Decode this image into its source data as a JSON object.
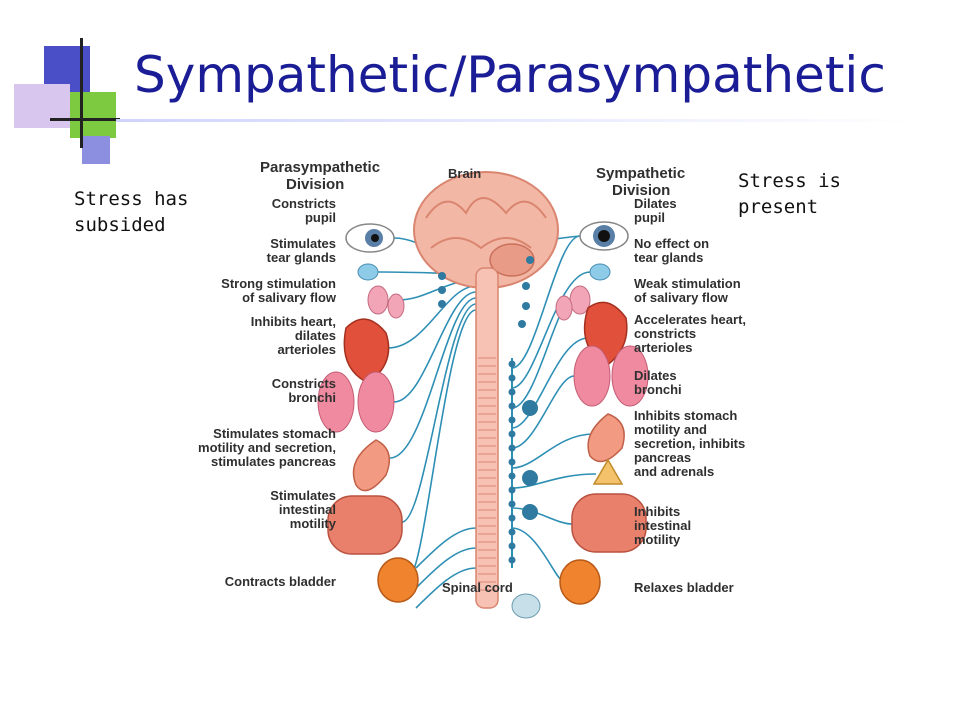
{
  "slide": {
    "title": "Sympathetic/Parasympathetic",
    "note_left": "Stress has subsided",
    "note_right": "Stress is present"
  },
  "diagram": {
    "brain_label": "Brain",
    "spinal_cord_label": "Spinal cord",
    "parasympathetic": {
      "heading": [
        "Parasympathetic",
        "Division"
      ],
      "effects": [
        [
          "Constricts",
          "pupil"
        ],
        [
          "Stimulates",
          "tear glands"
        ],
        [
          "Strong stimulation",
          "of salivary flow"
        ],
        [
          "Inhibits heart,",
          "dilates",
          "arterioles"
        ],
        [
          "Constricts",
          "bronchi"
        ],
        [
          "Stimulates stomach",
          "motility and secretion,",
          "stimulates pancreas"
        ],
        [
          "Stimulates",
          "intestinal",
          "motility"
        ],
        [
          "Contracts bladder"
        ]
      ]
    },
    "sympathetic": {
      "heading": [
        "Sympathetic",
        "Division"
      ],
      "effects": [
        [
          "Dilates",
          "pupil"
        ],
        [
          "No effect on",
          "tear glands"
        ],
        [
          "Weak stimulation",
          "of salivary flow"
        ],
        [
          "Accelerates heart,",
          "constricts",
          "arterioles"
        ],
        [
          "Dilates",
          "bronchi"
        ],
        [
          "Inhibits stomach",
          "motility and",
          "secretion, inhibits",
          "pancreas",
          "and adrenals"
        ],
        [
          "Inhibits",
          "intestinal",
          "motility"
        ],
        [
          "Relaxes bladder"
        ]
      ]
    },
    "colors": {
      "nerve": "#2e8fb5",
      "brain": "#f3b7a6",
      "organ_red": "#e0503a",
      "lung": "#f08aa0",
      "spinal_cord": "#f7c2b3"
    }
  }
}
